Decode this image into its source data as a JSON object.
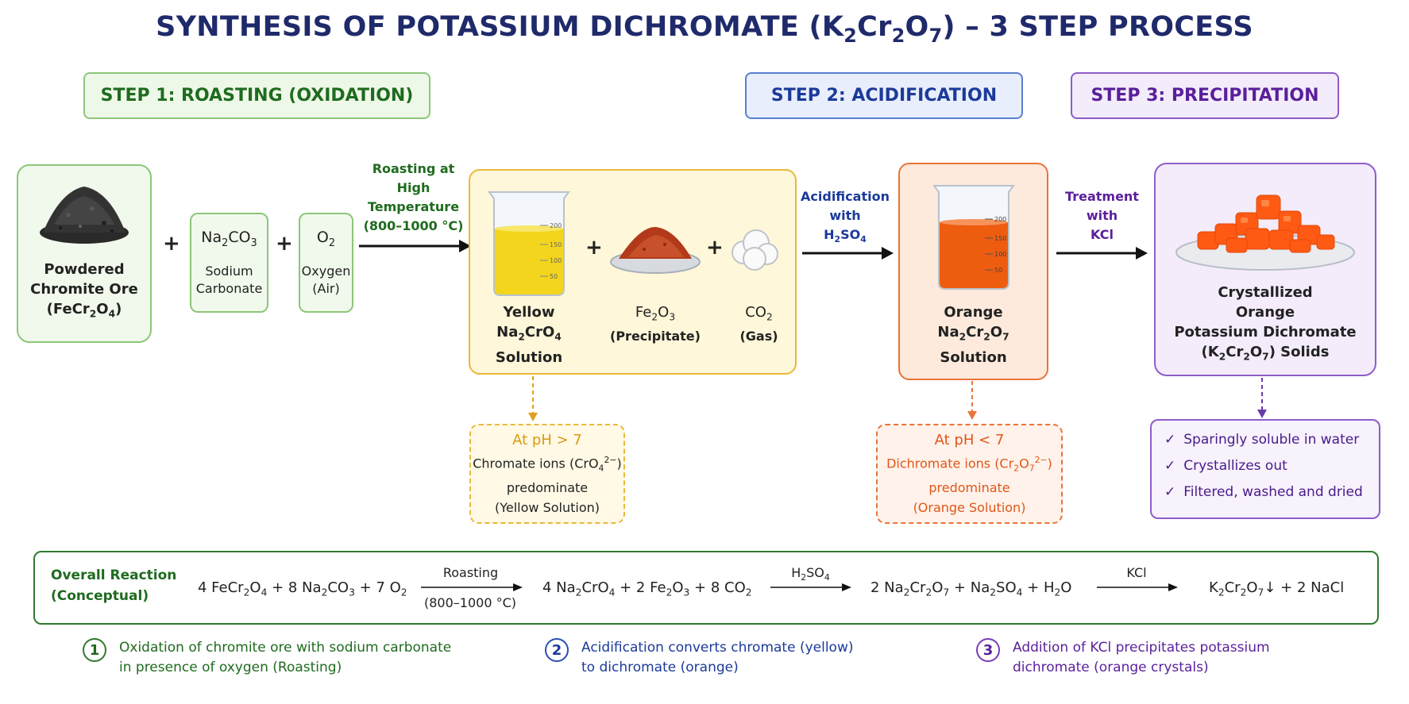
{
  "title": {
    "pre": "SYNTHESIS OF POTASSIUM DICHROMATE (K",
    "s1": "2",
    "mid": "Cr",
    "s2": "2",
    "mid2": "O",
    "s3": "7",
    "post": ") – 3 STEP PROCESS"
  },
  "steps": {
    "step1": "STEP 1: ROASTING (OXIDATION)",
    "step2": "STEP 2: ACIDIFICATION",
    "step3": "STEP 3: PRECIPITATION"
  },
  "reactants": {
    "ore_line1": "Powdered",
    "ore_line2": "Chromite Ore",
    "ore_formula": {
      "a": "(FeCr",
      "b": "2",
      "c": "O",
      "d": "4",
      "e": ")"
    },
    "na2co3": {
      "a": "Na",
      "b": "2",
      "c": "CO",
      "d": "3"
    },
    "na2co3_name1": "Sodium",
    "na2co3_name2": "Carbonate",
    "o2": {
      "a": "O",
      "b": "2"
    },
    "o2_name1": "Oxygen",
    "o2_name2": "(Air)"
  },
  "arrows": {
    "roast_l1": "Roasting at",
    "roast_l2": "High",
    "roast_l3": "Temperature",
    "roast_l4": "(800–1000 °C)",
    "acid_l1": "Acidification",
    "acid_l2": "with",
    "acid_l3": {
      "a": "H",
      "b": "2",
      "c": "SO",
      "d": "4"
    },
    "kcl_l1": "Treatment",
    "kcl_l2": "with",
    "kcl_l3": "KCl"
  },
  "step1_products": {
    "chromate_l1": "Yellow",
    "chromate_formula": {
      "a": "Na",
      "b": "2",
      "c": "CrO",
      "d": "4"
    },
    "chromate_l3": "Solution",
    "fe2o3": {
      "a": "Fe",
      "b": "2",
      "c": "O",
      "d": "3"
    },
    "fe2o3_name": "(Precipitate)",
    "co2": {
      "a": "CO",
      "b": "2"
    },
    "co2_name": "(Gas)"
  },
  "step2_product": {
    "l1": "Orange",
    "formula": {
      "a": "Na",
      "b": "2",
      "c": "Cr",
      "d": "2",
      "e": "O",
      "f": "7"
    },
    "l3": "Solution"
  },
  "step3_product": {
    "l1": "Crystallized",
    "l2": "Orange",
    "l3": "Potassium Dichromate",
    "formula": {
      "a": "(K",
      "b": "2",
      "c": "Cr",
      "d": "2",
      "e": "O",
      "f": "7",
      "g": ") Solids"
    }
  },
  "beaker_marks": [
    "200",
    "150",
    "100",
    "50"
  ],
  "notes": {
    "yellow": {
      "head": "At pH > 7",
      "l1a": "Chromate ions (CrO",
      "l1b": "4",
      "l1c": "2−",
      "l1d": ")",
      "l2": "predominate",
      "l3": "(Yellow Solution)"
    },
    "orange": {
      "head": "At pH < 7",
      "l1a": "Dichromate ions (Cr",
      "l1b": "2",
      "l1c": "O",
      "l1d": "7",
      "l1e": "2−",
      "l1f": ")",
      "l2": "predominate",
      "l3": "(Orange Solution)"
    },
    "purple": [
      "Sparingly soluble in water",
      "Crystallizes out",
      "Filtered, washed and dried"
    ],
    "check": "✓"
  },
  "overall": {
    "label1": "Overall Reaction",
    "label2": "(Conceptual)",
    "cond1_top": "Roasting",
    "cond1_bottom": "(800–1000 °C)",
    "cond2_top": {
      "a": "H",
      "b": "2",
      "c": "SO",
      "d": "4"
    },
    "cond3_top": "KCl",
    "r1": {
      "a": "4 FeCr",
      "b": "2",
      "c": "O",
      "d": "4",
      "e": " + 8 Na",
      "f": "2",
      "g": "CO",
      "h": "3",
      "i": " + 7 O",
      "j": "2"
    },
    "r2": {
      "a": "4 Na",
      "b": "2",
      "c": "CrO",
      "d": "4",
      "e": " + 2 Fe",
      "f": "2",
      "g": "O",
      "h": "3",
      "i": " + 8 CO",
      "j": "2"
    },
    "r3": {
      "a": "2 Na",
      "b": "2",
      "c": "Cr",
      "d": "2",
      "e": "O",
      "f": "7",
      "g": " + Na",
      "h": "2",
      "i": "SO",
      "j": "4",
      "k": " + H",
      "l": "2",
      "m": "O"
    },
    "r4": {
      "a": "K",
      "b": "2",
      "c": "Cr",
      "d": "2",
      "e": "O",
      "f": "7",
      "g": "↓ + 2 NaCl"
    }
  },
  "footnotes": [
    {
      "n": "1",
      "l1": "Oxidation of chromite ore with sodium carbonate",
      "l2": "in presence of oxygen (Roasting)"
    },
    {
      "n": "2",
      "l1": "Acidification converts chromate (yellow)",
      "l2": "to dichromate (orange)"
    },
    {
      "n": "3",
      "l1": "Addition of KCl precipitates potassium",
      "l2": "dichromate (orange crystals)"
    }
  ],
  "colors": {
    "green": "#1f6b1f",
    "blue": "#1c3a9a",
    "purple": "#5a1f9a",
    "yellow_border": "#e8b93a",
    "orange_border": "#e8743a"
  }
}
